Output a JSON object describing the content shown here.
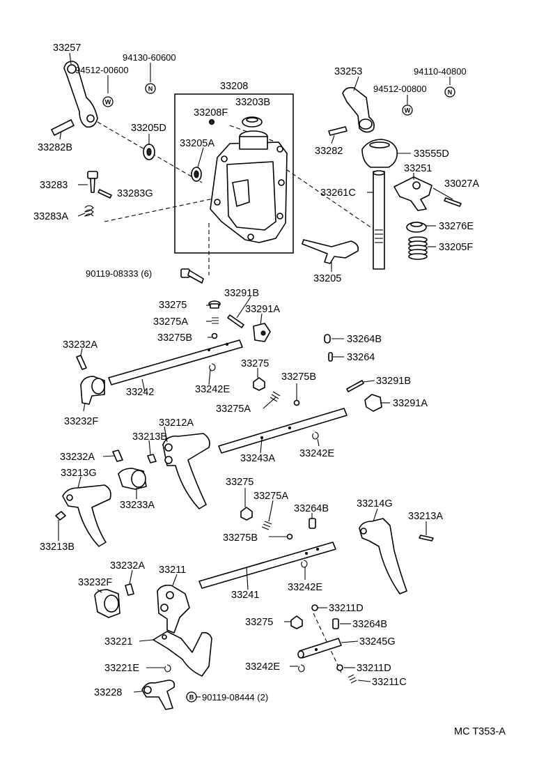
{
  "labels": {
    "p33257": "33257",
    "p94130_60600": "94130-60600",
    "p94512_00600": "94512-00600",
    "p33208": "33208",
    "p33253": "33253",
    "p94110_40800": "94110-40800",
    "p94512_00800": "94512-00800",
    "p33203B": "33203B",
    "p33208F": "33208F",
    "p33205D": "33205D",
    "p33282B": "33282B",
    "p33205A": "33205A",
    "p33282": "33282",
    "p33555D": "33555D",
    "p33251": "33251",
    "p33283": "33283",
    "p33283G": "33283G",
    "p33261C": "33261C",
    "p33027A": "33027A",
    "p33283A": "33283A",
    "p33276E": "33276E",
    "p33205F": "33205F",
    "p90119_08333": "90119-08333 (6)",
    "p33205": "33205",
    "p33291B_top": "33291B",
    "p33275_top": "33275",
    "p33291A_top": "33291A",
    "p33275A_top": "33275A",
    "p33275B_top": "33275B",
    "p33264B_top": "33264B",
    "p33232A_top": "33232A",
    "p33264": "33264",
    "p33275_mid": "33275",
    "p33242E_a": "33242E",
    "p33275B_mid": "33275B",
    "p33242": "33242",
    "p33291B_mid": "33291B",
    "p33275A_mid": "33275A",
    "p33291A_mid": "33291A",
    "p33232F_top": "33232F",
    "p33212A": "33212A",
    "p33213B_top": "33213B",
    "p33232A_mid": "33232A",
    "p33243A": "33243A",
    "p33242E_b": "33242E",
    "p33213G": "33213G",
    "p33275_low": "33275",
    "p33233A": "33233A",
    "p33275A_low": "33275A",
    "p33264B_low": "33264B",
    "p33214G": "33214G",
    "p33213A": "33213A",
    "p33213B_low": "33213B",
    "p33275B_low": "33275B",
    "p33232A_low": "33232A",
    "p33211": "33211",
    "p33242E_c": "33242E",
    "p33232F_low": "33232F",
    "p33241": "33241",
    "p33211D_top": "33211D",
    "p33275_bot": "33275",
    "p33264B_bot": "33264B",
    "p33221": "33221",
    "p33245G": "33245G",
    "p33221E": "33221E",
    "p33242E_d": "33242E",
    "p33211D_bot": "33211D",
    "p33211C": "33211C",
    "p33228": "33228",
    "p90119_08444": "90119-08444 (2)",
    "catalog_code": "MC  T353-A"
  },
  "symbols": {
    "n_symbol": "N",
    "w_symbol": "W",
    "b_symbol": "B"
  }
}
